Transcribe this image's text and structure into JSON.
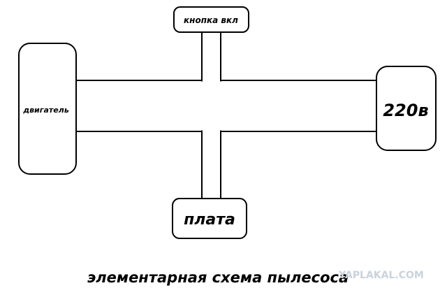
{
  "diagram": {
    "blocks": {
      "button": "кнопка вкл",
      "motor": "двигатель",
      "power": "220в",
      "board": "плата"
    },
    "caption": "элементарная схема пылесоса",
    "watermark": "YAPLAKAL.COM"
  }
}
